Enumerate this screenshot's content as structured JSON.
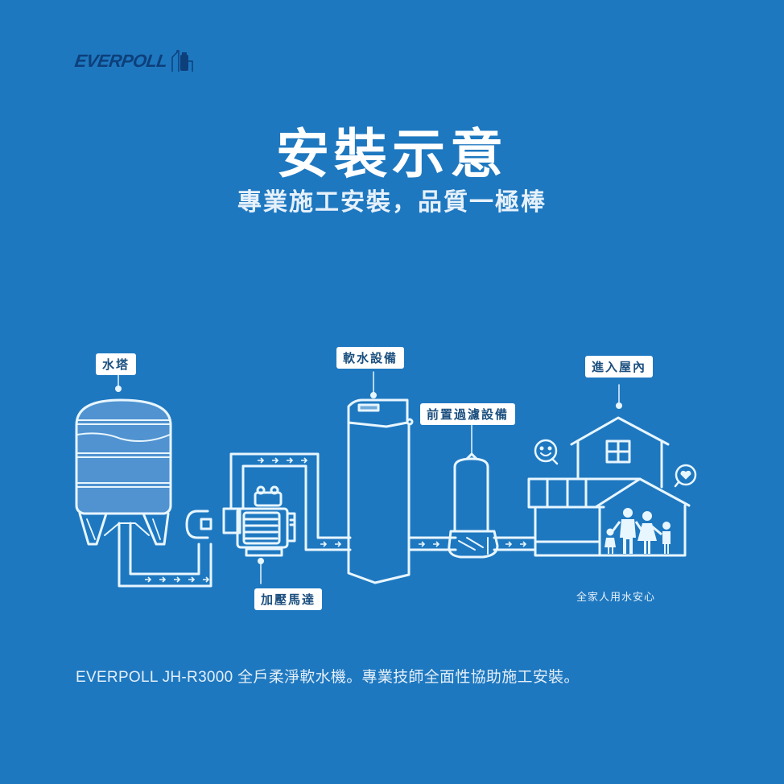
{
  "brand": {
    "logo_text": "EVERPOLL",
    "logo_color": "#0d3f7a"
  },
  "header": {
    "title": "安裝示意",
    "subtitle": "專業施工安裝，品質一極棒"
  },
  "diagram": {
    "background_color": "#1e78c0",
    "line_color": "#e8f6ff",
    "labels": {
      "water_tower": "水塔",
      "booster_pump": "加壓馬達",
      "softener": "軟水設備",
      "pre_filter": "前置過濾設備",
      "into_house": "進入屋內"
    },
    "house_caption": "全家人用水安心",
    "flow_sequence": [
      "水塔",
      "加壓馬達",
      "軟水設備",
      "前置過濾設備",
      "進入屋內"
    ]
  },
  "footer": {
    "text": "EVERPOLL JH-R3000 全戶柔淨軟水機。專業技師全面性協助施工安裝。"
  }
}
